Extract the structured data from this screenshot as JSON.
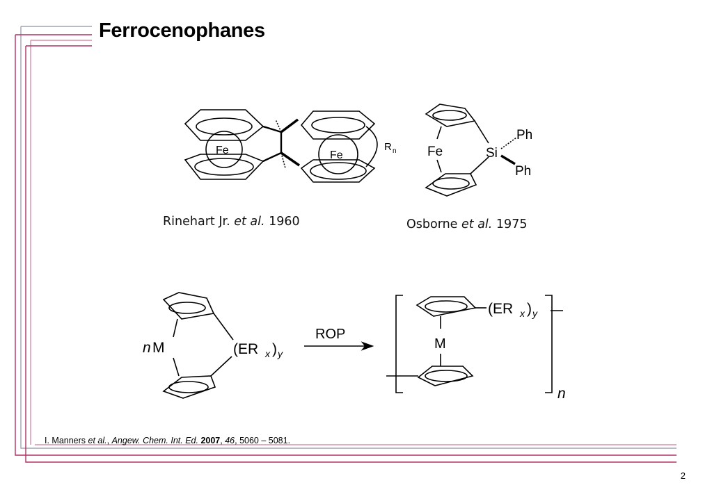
{
  "slide": {
    "title": "Ferrocenophanes",
    "page_number": "2"
  },
  "structures": {
    "rinehart": {
      "fe1": "Fe",
      "fe2": "Fe",
      "r": "R",
      "r_sub": "n",
      "caption_pre": "Rinehart Jr. ",
      "caption_it": "et al.",
      "caption_year": " 1960"
    },
    "osborne": {
      "fe": "Fe",
      "si": "Si",
      "ph1": "Ph",
      "ph2": "Ph",
      "caption_pre": "Osborne ",
      "caption_it": "et al.",
      "caption_year": " 1975"
    },
    "rop": {
      "n_label": "n",
      "metal": "M",
      "er_left": "(ER",
      "x_sub": "x",
      "close_paren": ")",
      "y_sub": "y",
      "arrow_label": "ROP",
      "polymer_metal": "M",
      "polymer_n": "n"
    }
  },
  "reference": {
    "authors": "I. Manners ",
    "etal": "et al.",
    "sep1": ", ",
    "journal": "Angew. Chem. Int. Ed.",
    "sep2": " ",
    "year": "2007",
    "sep3": ", ",
    "volume": "46",
    "pages": ", 5060 – 5081."
  },
  "colors": {
    "frame_gray": "#a0a4b4",
    "frame_red": "#b03060",
    "frame_pink": "#d890a8"
  }
}
